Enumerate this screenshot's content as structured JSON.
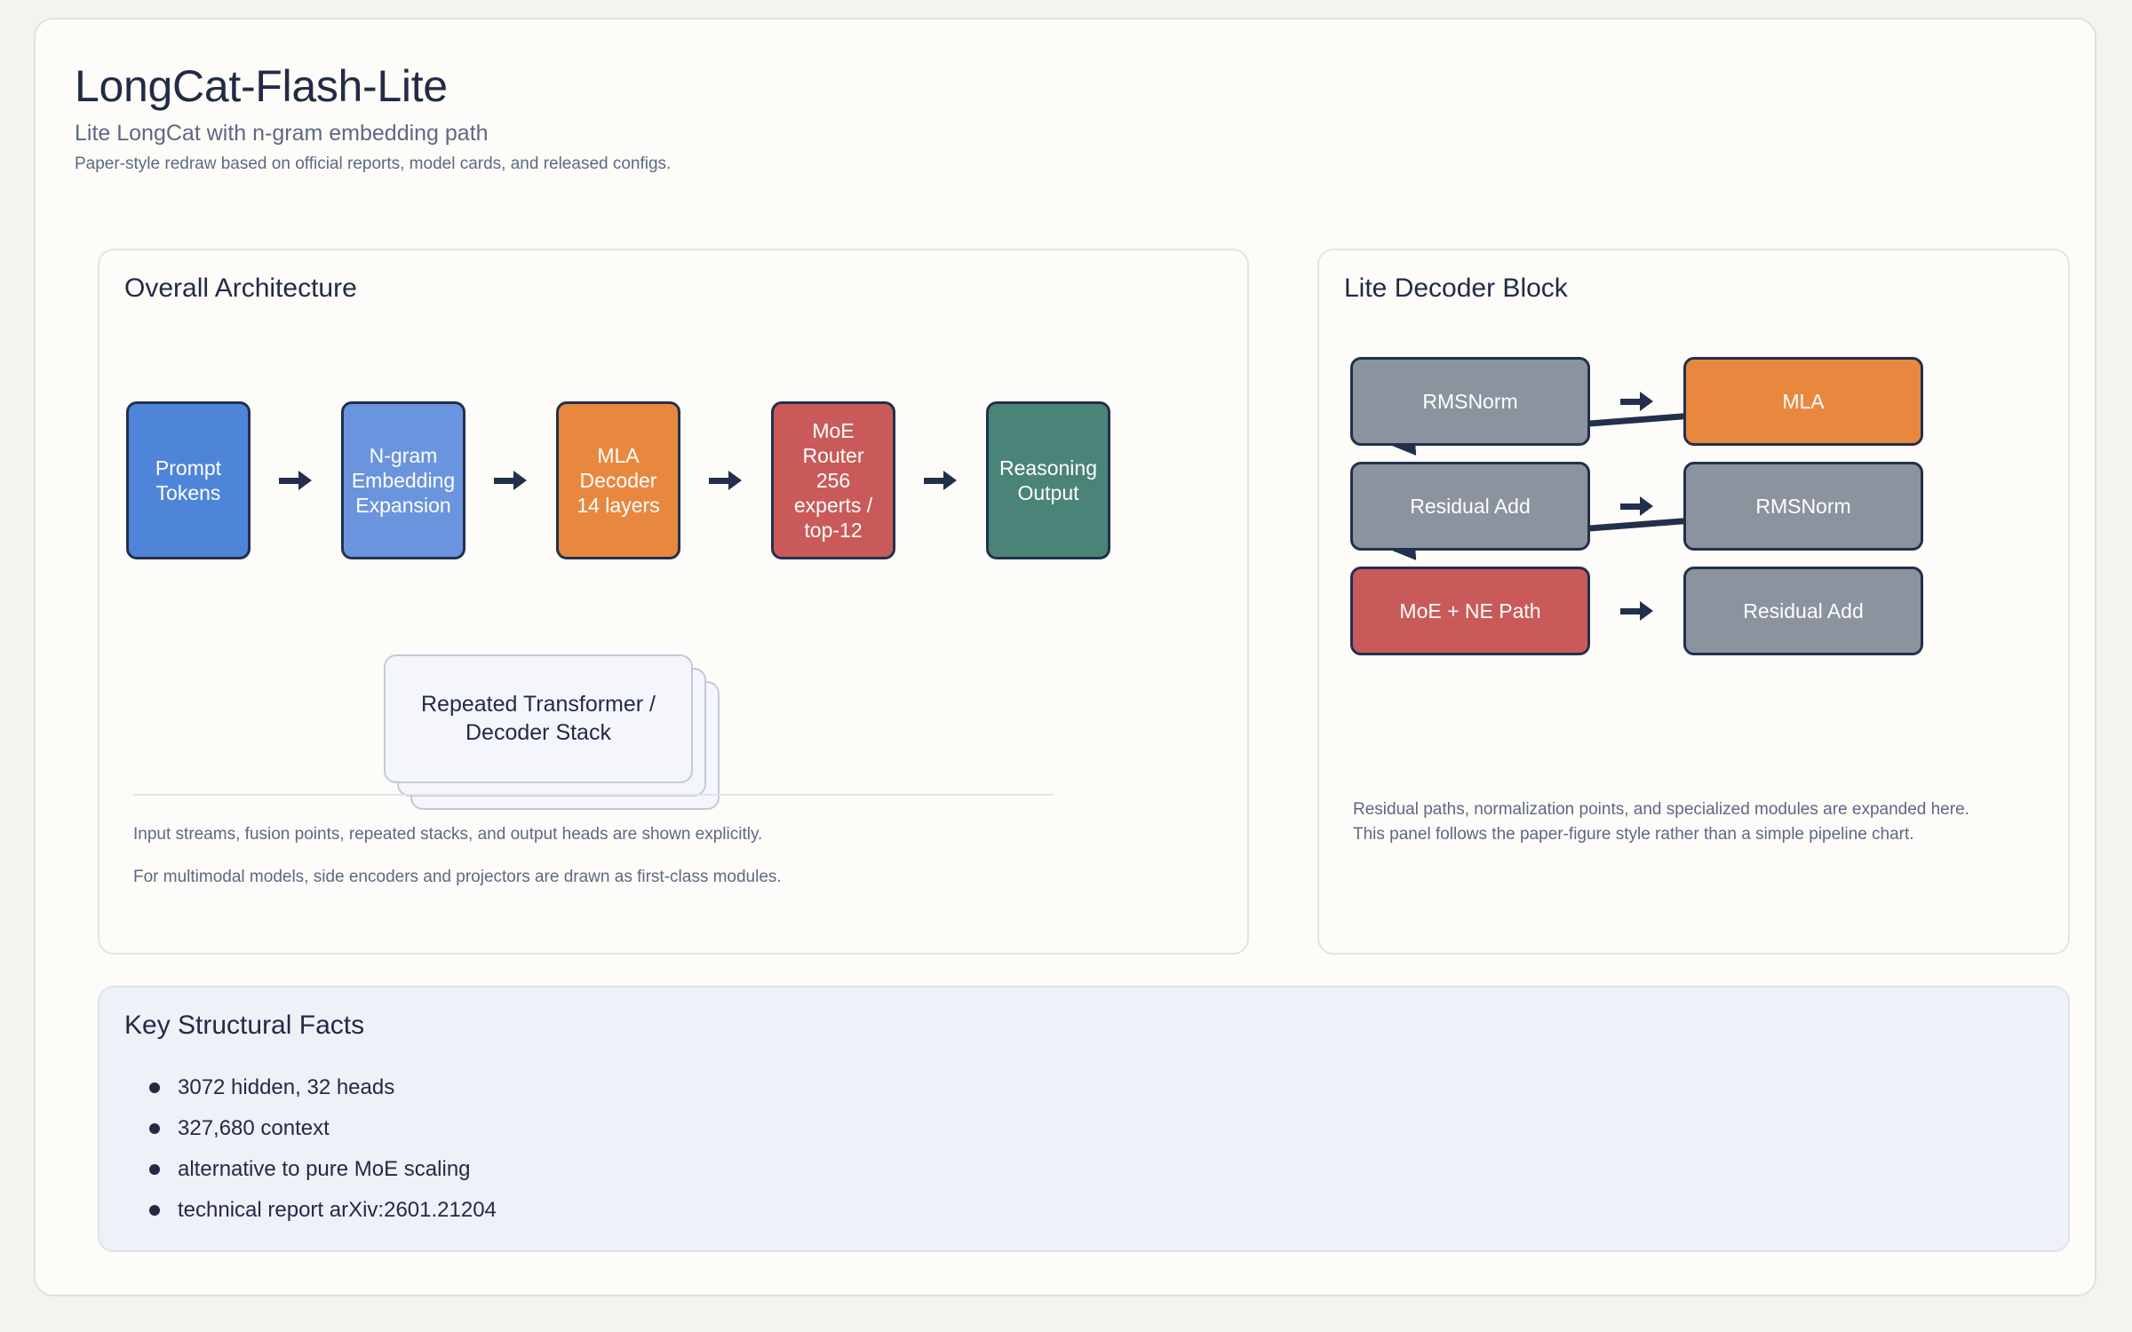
{
  "header": {
    "title": "LongCat-Flash-Lite",
    "subtitle": "Lite LongCat with n-gram embedding path",
    "note": "Paper-style redraw based on official reports, model cards, and released configs."
  },
  "panels": {
    "overall": {
      "title": "Overall Architecture",
      "pipeline": [
        {
          "label": "Prompt\nTokens",
          "color": "#4e85d8"
        },
        {
          "label": "N-gram\nEmbedding\nExpansion",
          "color": "#6b94de"
        },
        {
          "label": "MLA Decoder\n14 layers",
          "color": "#e8883f"
        },
        {
          "label": "MoE Router\n256 experts /\ntop-12",
          "color": "#ca5a5a"
        },
        {
          "label": "Reasoning\nOutput",
          "color": "#4a8478"
        }
      ],
      "stack_card": "Repeated Transformer /\nDecoder Stack",
      "footnotes": [
        "Input streams, fusion points, repeated stacks, and output heads are shown explicitly.",
        "For multimodal models, side encoders and projectors are drawn as first-class modules."
      ]
    },
    "decoder": {
      "title": "Lite Decoder Block",
      "nodes": [
        {
          "label": "RMSNorm",
          "color": "#8b939e"
        },
        {
          "label": "MLA",
          "color": "#e8883f"
        },
        {
          "label": "Residual Add",
          "color": "#8b939e"
        },
        {
          "label": "RMSNorm",
          "color": "#8b939e"
        },
        {
          "label": "MoE + NE Path",
          "color": "#ca5a5a"
        },
        {
          "label": "Residual Add",
          "color": "#8b939e"
        }
      ],
      "footnotes": [
        "Residual paths, normalization points, and specialized modules are expanded here.",
        "This panel follows the paper-figure style rather than a simple pipeline chart."
      ]
    },
    "facts": {
      "title": "Key Structural Facts",
      "items": [
        "3072 hidden, 32 heads",
        "327,680 context",
        "alternative to pure MoE scaling",
        "technical report arXiv:2601.21204"
      ]
    }
  },
  "colors": {
    "page_background": "#f4f3ee",
    "card_background": "#fdfcf8",
    "facts_background": "#eef1f7",
    "ink": "#222b45",
    "muted_text": "#5d6884",
    "connector": "#22304d"
  }
}
